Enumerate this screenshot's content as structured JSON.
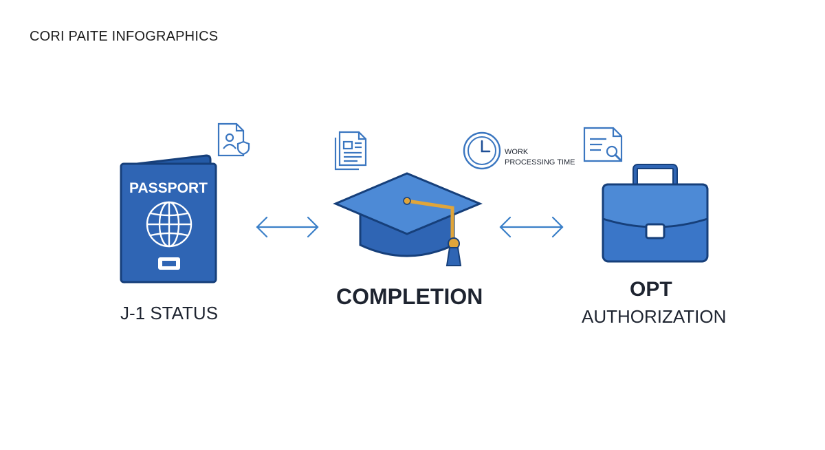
{
  "header": {
    "title": "CORI PAITE INFOGRAPHICS"
  },
  "passport": {
    "cover_text": "PASSPORT"
  },
  "steps": [
    {
      "label": "J-1 STATUS"
    },
    {
      "label": "COMPLETION"
    },
    {
      "title": "OPT",
      "label": "AUTHORIZATION"
    }
  ],
  "clock_note": {
    "line1": "WORK",
    "line2": "PROCESSING TIME"
  },
  "colors": {
    "primary_blue": "#2f65b4",
    "light_blue": "#4d8ad6",
    "outline_blue": "#3a76c0",
    "gold": "#e0a53a",
    "text": "#1e2430"
  },
  "icons": [
    "passport-icon",
    "globe-icon",
    "id-document-icon",
    "document-icon",
    "graduation-cap-icon",
    "clock-icon",
    "search-document-icon",
    "briefcase-icon",
    "double-arrow-icon"
  ]
}
